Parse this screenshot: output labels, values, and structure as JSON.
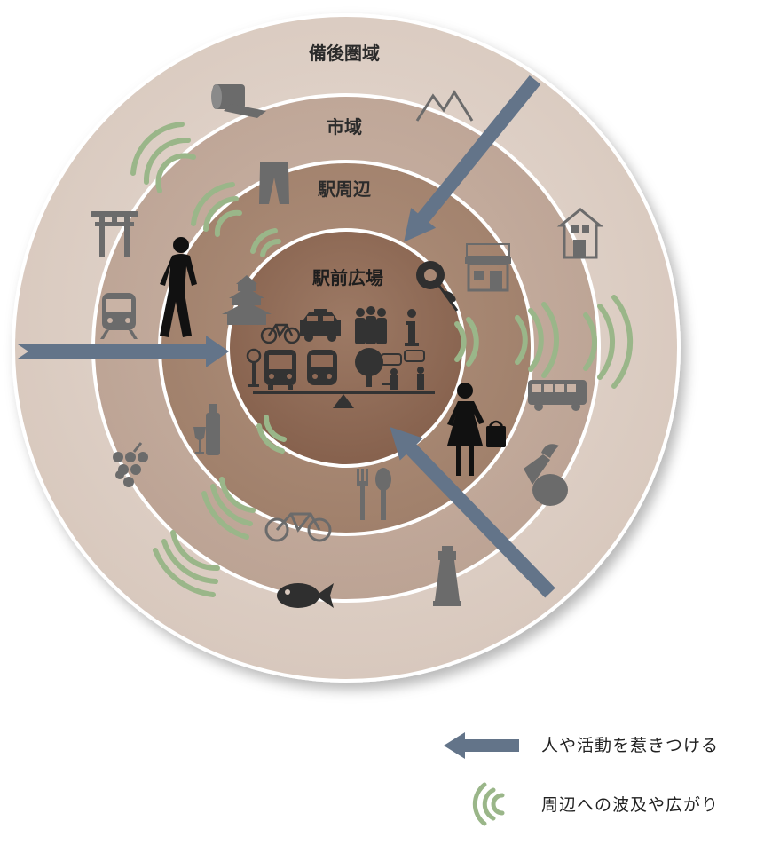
{
  "rings": {
    "outer": "備後圏域",
    "city": "市域",
    "station_area": "駅周辺",
    "plaza": "駅前広場"
  },
  "legend": {
    "attract": "人や活動を惹きつける",
    "spread": "周辺への波及や広がり"
  },
  "colors": {
    "ring_outer": "#e0d3ca",
    "ring_city": "#c5ada0",
    "ring_station": "#a88874",
    "ring_plaza": "#8f6a56",
    "arrow": "#637489",
    "wave": "#9ab689",
    "icon": "#6b6b6b",
    "figure": "#111111"
  },
  "icons": [
    "fabric-roll-icon",
    "mountain-icon",
    "torii-gate-icon",
    "train-icon",
    "pants-icon",
    "castle-icon",
    "bicycle-icon",
    "taxi-icon",
    "people-group-icon",
    "info-icon",
    "bus-stop-icon",
    "bus-icon",
    "tram-icon",
    "tree-icon",
    "meeting-people-icon",
    "seesaw-icon",
    "flower-icon",
    "shop-icon",
    "house-icon",
    "bus-side-icon",
    "wine-icon",
    "grapes-icon",
    "cutlery-icon",
    "road-bike-icon",
    "vegetables-icon",
    "lighthouse-icon",
    "fish-icon",
    "walking-man-icon",
    "shopping-woman-icon"
  ]
}
